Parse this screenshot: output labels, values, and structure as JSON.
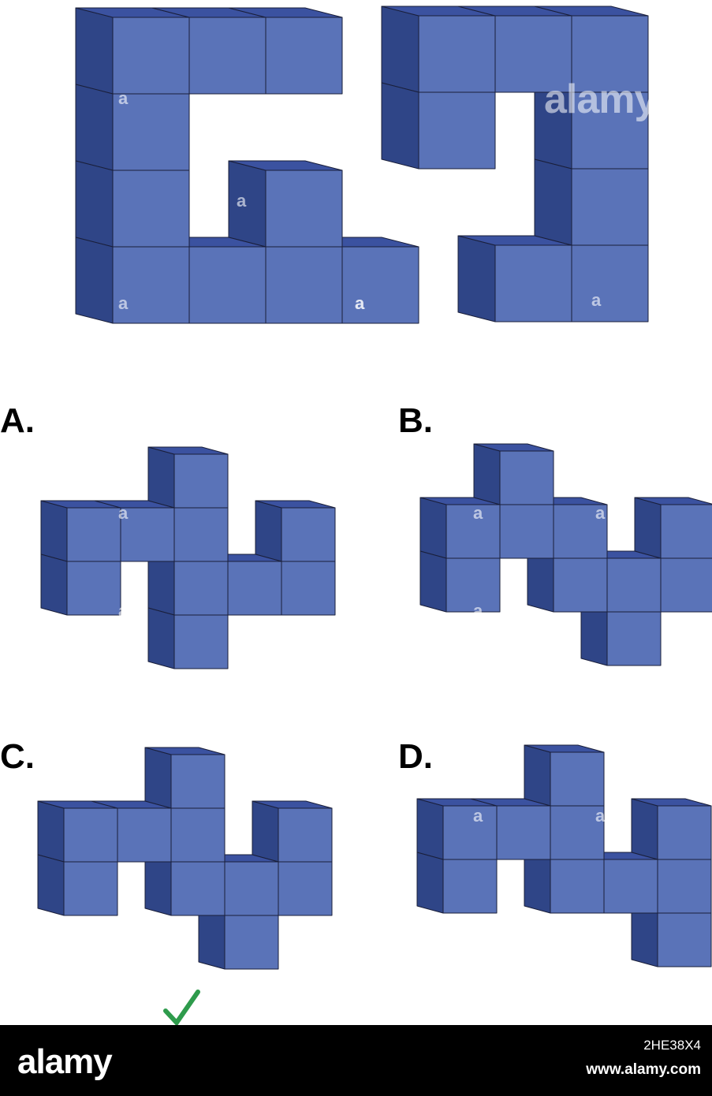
{
  "colors": {
    "front": "#5a73b8",
    "top": "#3b52a0",
    "side": "#2f4587",
    "edge": "#1a1f3a",
    "check": "#2e9b4c",
    "footer_bg": "#000000"
  },
  "options": [
    {
      "key": "A",
      "label": "A."
    },
    {
      "key": "B",
      "label": "B."
    },
    {
      "key": "C",
      "label": "C."
    },
    {
      "key": "D",
      "label": "D."
    }
  ],
  "correct_option": "C",
  "check_icon": "checkmark-icon",
  "footer": {
    "brand": "alamy",
    "image_id": "2HE38X4",
    "url": "www.alamy.com"
  },
  "watermark": {
    "big": "alamy",
    "small": "a"
  }
}
